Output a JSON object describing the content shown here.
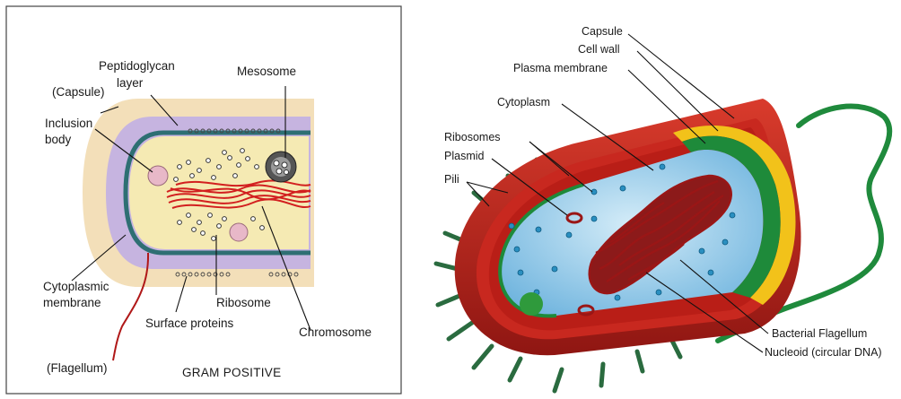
{
  "left_panel": {
    "labels": {
      "peptidoglycan": "Peptidoglycan",
      "layer": "layer",
      "mesosome": "Mesosome",
      "capsule": "(Capsule)",
      "inclusion": "Inclusion",
      "body": "body",
      "cytoplasmic": "Cytoplasmic",
      "membrane": "membrane",
      "ribosome": "Ribosome",
      "surface_proteins": "Surface proteins",
      "chromosome": "Chromosome",
      "flagellum": "(Flagellum)",
      "title": "GRAM POSITIVE"
    },
    "colors": {
      "capsule": "#f3dfb9",
      "wall": "#c6b4e0",
      "membrane": "#2e6f73",
      "cytoplasm": "#f5eab3",
      "chromosome": "#d21f1f",
      "flagellum": "#b01818",
      "inclusion": "#e8b8c8"
    }
  },
  "right_panel": {
    "labels": {
      "capsule": "Capsule",
      "cell_wall": "Cell wall",
      "plasma_membrane": "Plasma membrane",
      "cytoplasm": "Cytoplasm",
      "ribosomes": "Ribosomes",
      "plasmid": "Plasmid",
      "pili": "Pili",
      "flagellum": "Bacterial Flagellum",
      "nucleoid": "Nucleoid (circular DNA)"
    },
    "colors": {
      "capsule": "#c0251c",
      "cell_wall": "#f2c21a",
      "plasma_membrane": "#1e8a3a",
      "cytoplasm": "#8ec9ea",
      "nucleoid": "#9a1616",
      "pili": "#2a6b3f",
      "flagellum": "#1f8a3c"
    }
  }
}
